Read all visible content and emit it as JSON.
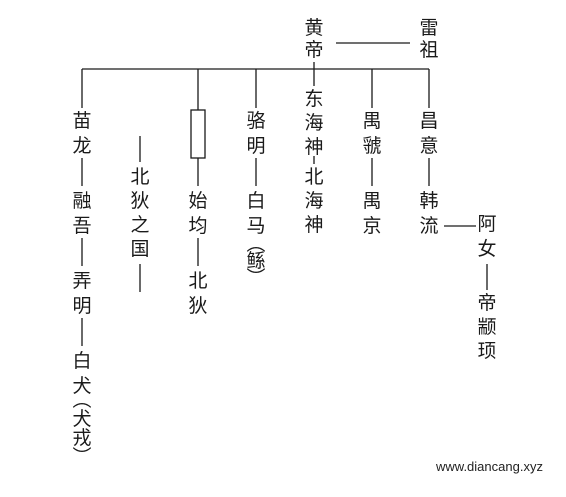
{
  "nodes": {
    "huangdi": "黄帝",
    "leizu": "雷祖",
    "miaolong": "苗龙",
    "rongwu": "融吾",
    "nongming": "弄明",
    "baiquan": "白犬",
    "quanrong": "（犬戎）",
    "beidizhiguo": "北狄之国",
    "shijun": "始均",
    "beidi": "北狄",
    "luoming": "骆明",
    "baima": "白马",
    "gun": "（鲧）",
    "donghaishen": "东海神",
    "beihaishen": "北海神",
    "yuhao": "禺虢",
    "yujing": "禺京",
    "changyi": "昌意",
    "hanliu": "韩流",
    "anu": "阿女",
    "dizhuanxu": "帝颛顼"
  },
  "watermark": "www.diancang.xyz"
}
